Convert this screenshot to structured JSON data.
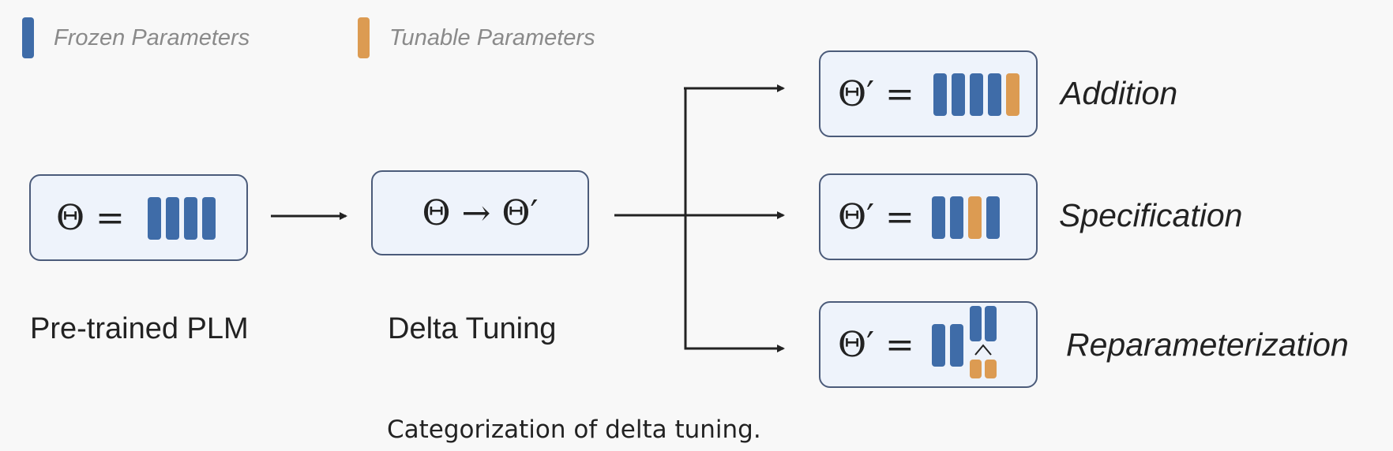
{
  "legend": {
    "frozen": {
      "label": "Frozen Parameters",
      "color": "#3f6ca8"
    },
    "tunable": {
      "label": "Tunable Parameters",
      "color": "#dc9b52"
    }
  },
  "pretrained": {
    "formula": "Θ = ",
    "label": "Pre-trained PLM"
  },
  "delta": {
    "formula": "Θ → Θ′",
    "label": "Delta Tuning"
  },
  "methods": [
    {
      "formula": "Θ′ = ",
      "label": "Addition",
      "icon": "four-frozen-one-tunable-bars"
    },
    {
      "formula": "Θ′ = ",
      "label": "Specification",
      "icon": "mixed-frozen-tunable-bars"
    },
    {
      "formula": "Θ′ = ",
      "label": "Reparameterization",
      "icon": "frozen-bars-with-low-rank-tunable"
    }
  ],
  "caption": "Categorization of delta tuning."
}
